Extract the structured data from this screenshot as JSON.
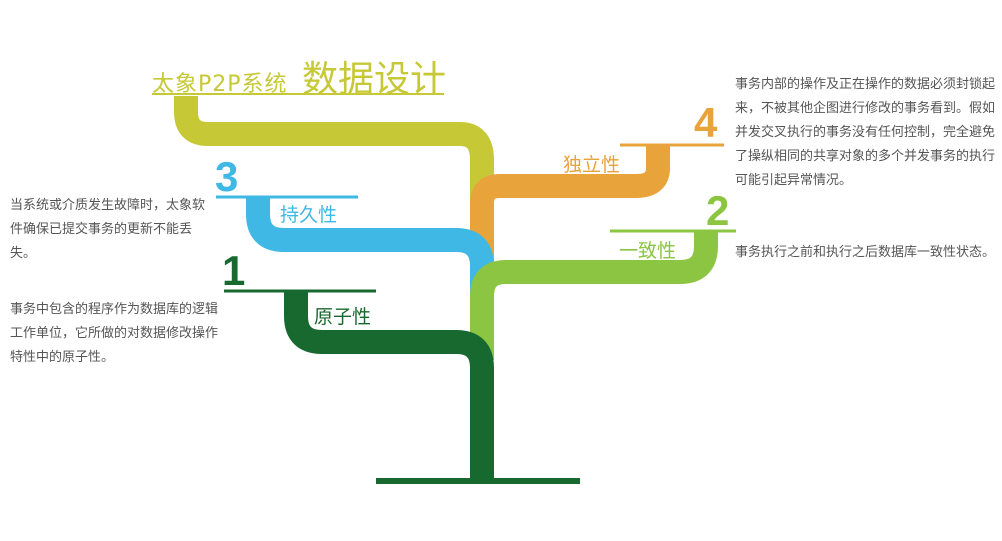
{
  "title": {
    "prefix": "太象P2P系统",
    "main": "数据设计"
  },
  "colors": {
    "title": "#c6c836",
    "atomicity": "#18692f",
    "consistency": "#8cc541",
    "isolation": "#e8a33a",
    "durability": "#3fb8e5",
    "text": "#555555"
  },
  "branches": {
    "atomicity": {
      "number": "1",
      "label": "原子性",
      "description": "事务中包含的程序作为数据库的逻辑工作单位，它所做的对数据修改操作特性中的原子性。"
    },
    "consistency": {
      "number": "2",
      "label": "一致性",
      "description": "事务执行之前和执行之后数据库一致性状态。"
    },
    "durability": {
      "number": "3",
      "label": "持久性",
      "description": "当系统或介质发生故障时，太象软件确保已提交事务的更新不能丢失。"
    },
    "isolation": {
      "number": "4",
      "label": "独立性",
      "description": "事务内部的操作及正在操作的数据必须封锁起来，不被其他企图进行修改的事务看到。假如并发交叉执行的事务没有任何控制，完全避免了操纵相同的共享对象的多个并发事务的执行可能引起异常情况。"
    }
  }
}
